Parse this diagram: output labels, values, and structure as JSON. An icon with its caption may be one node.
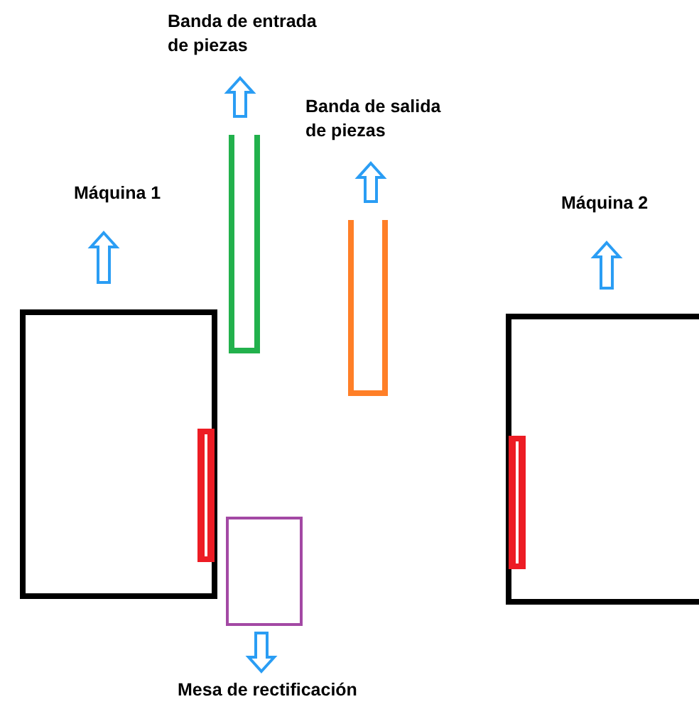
{
  "diagram": {
    "nodes": [
      {
        "text": [
          "Banda de entrada de piezas"
        ]
      },
      {
        "text": [
          "Banda de salida de piezas"
        ]
      },
      {
        "text": [
          "Máquina 1"
        ]
      },
      {
        "text": [
          "Máquina 2"
        ]
      },
      {
        "text": [],
        "shape": "box"
      },
      {
        "text": [],
        "shape": "box"
      },
      {
        "text": [],
        "shape": "box"
      },
      {
        "text": [],
        "shape": "bar",
        "in": 6
      },
      {
        "text": [],
        "shape": "box"
      },
      {
        "text": [],
        "shape": "bar",
        "in": 8
      },
      {
        "text": [],
        "shape": "box"
      },
      {
        "text": [
          "Mesa de rectificación"
        ]
      }
    ],
    "edges": [
      {
        "from": 4,
        "to": 0,
        "arrow": "to"
      },
      {
        "from": 5,
        "to": 1,
        "arrow": "to"
      },
      {
        "from": 6,
        "to": 2,
        "arrow": "to"
      },
      {
        "from": 8,
        "to": 3,
        "arrow": "to"
      },
      {
        "from": 10,
        "to": 11,
        "arrow": "to"
      }
    ]
  }
}
